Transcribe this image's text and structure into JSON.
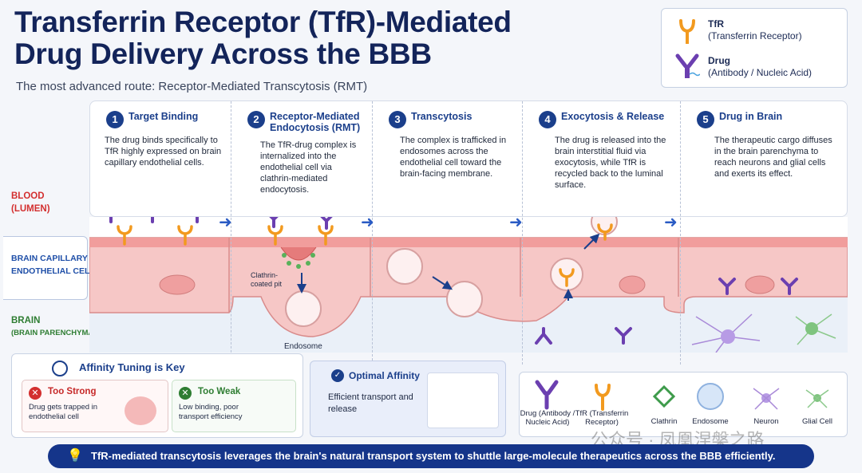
{
  "title": {
    "line1": "Transferrin Receptor (TfR)-Mediated",
    "line2": "Drug Delivery Across the BBB",
    "subtitle": "The most advanced route: Receptor-Mediated Transcytosis (RMT)"
  },
  "legend": {
    "tfr_name": "TfR",
    "tfr_desc": "(Transferrin Receptor)",
    "drug_name": "Drug",
    "drug_desc": "(Antibody / Nucleic Acid)"
  },
  "side_labels": {
    "blood1": "BLOOD",
    "blood2": "(LUMEN)",
    "endo1": "BRAIN CAPILLARY",
    "endo2": "ENDOTHELIAL CELL",
    "brain1": "BRAIN",
    "brain2": "(BRAIN PARENCHYMA)"
  },
  "stages": [
    {
      "num": "1",
      "title": "Target Binding",
      "desc": "The drug binds specifically to TfR highly expressed on brain capillary endothelial cells."
    },
    {
      "num": "2",
      "title": "Receptor-Mediated Endocytosis (RMT)",
      "desc": "The TfR-drug complex is internalized into the endothelial cell via clathrin-mediated endocytosis."
    },
    {
      "num": "3",
      "title": "Transcytosis",
      "desc": "The complex is trafficked in endosomes across the endothelial cell toward the brain-facing membrane."
    },
    {
      "num": "4",
      "title": "Exocytosis & Release",
      "desc": "The drug is released into the brain interstitial fluid via exocytosis, while TfR is recycled back to the luminal surface."
    },
    {
      "num": "5",
      "title": "Drug in Brain",
      "desc": "The therapeutic cargo diffuses in the brain parenchyma to reach neurons and glial cells and exerts its effect."
    }
  ],
  "annotations": {
    "clathrin_pit": "Clathrin-coated pit",
    "endosome": "Endosome"
  },
  "affinity": {
    "title": "Affinity Tuning is Key",
    "too_strong_title": "Too Strong",
    "too_strong_desc": "Drug gets trapped in endothelial cell",
    "too_weak_title": "Too Weak",
    "too_weak_desc": "Low binding, poor transport efficiency",
    "optimal_title": "Optimal Affinity",
    "optimal_desc": "Efficient transport and release"
  },
  "bottom_legend": [
    {
      "label": "Drug (Antibody / Nucleic Acid)"
    },
    {
      "label": "TfR (Transferrin Receptor)"
    },
    {
      "label": "Clathrin"
    },
    {
      "label": "Endosome"
    },
    {
      "label": "Neuron"
    },
    {
      "label": "Glial Cell"
    }
  ],
  "watermark": "公众号 · 凤凰涅槃之路",
  "footer": "TfR-mediated transcytosis leverages the brain's natural transport system to shuttle large-molecule therapeutics across the BBB efficiently.",
  "colors": {
    "navy": "#13245a",
    "blue": "#1b3f8b",
    "blood_red": "#d32f2f",
    "endo_blue": "#1f4fa8",
    "brain_green": "#2e7d32",
    "tfr_orange": "#f29a1f",
    "drug_purple": "#6b3fb0",
    "cell_pink": "#f3b3b3"
  }
}
